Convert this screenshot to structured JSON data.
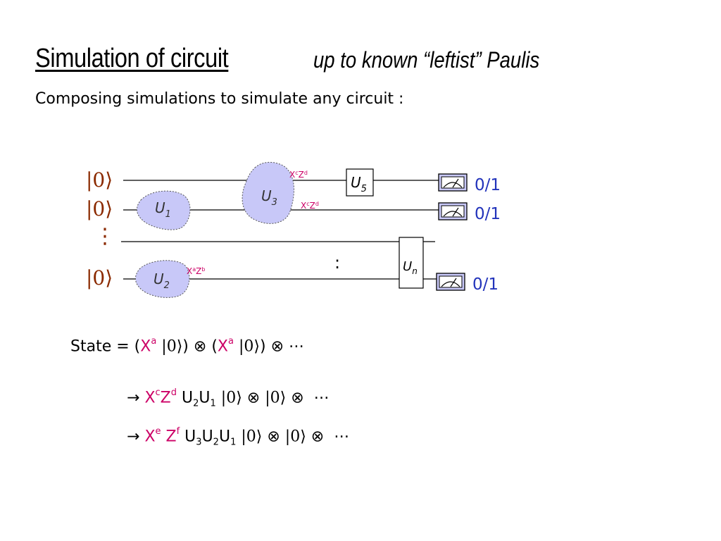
{
  "title": {
    "main": "Simulation of circuit",
    "sub": "up to known “leftist” Paulis"
  },
  "subtitle": "Composing simulations to simulate any circuit :",
  "colors": {
    "ket": "#8b2a00",
    "blob": "#c8c8f8",
    "pauli": "#cc0066",
    "outcome": "#2233bb"
  },
  "circuit": {
    "inputs": [
      "|0⟩",
      "|0⟩",
      "|0⟩"
    ],
    "dots": "⋮",
    "gates": {
      "u1": {
        "base": "U",
        "sub": "1"
      },
      "u2": {
        "base": "U",
        "sub": "2"
      },
      "u3": {
        "base": "U",
        "sub": "3"
      },
      "u5": {
        "base": "U",
        "sub": "5"
      },
      "un": {
        "base": "U",
        "sub": "n"
      }
    },
    "paulis": {
      "after_u2": {
        "x": "X",
        "xexp": "a",
        "z": "Z",
        "zexp": "b"
      },
      "after_u3_top": {
        "x": "X",
        "xexp": "c",
        "z": "Z",
        "zexp": "d"
      },
      "after_u3_bottom": {
        "x": "X",
        "xexp": "c",
        "z": "Z",
        "zexp": "d"
      }
    },
    "middle_colon": ":",
    "outcomes": [
      "0/1",
      "0/1",
      "0/1"
    ],
    "meter_icon": "measurement-meter-icon"
  },
  "equations": {
    "state_label": "State = (",
    "line1": {
      "x1": "X",
      "x1exp": "a",
      "ket1": "|0⟩",
      "close1": ")",
      "tensor1": "⊗",
      "open2": "(",
      "x2": "X",
      "x2exp": "a",
      "ket2": "|0⟩",
      "close2": ")",
      "tensor2": "⊗",
      "dots": "⋯"
    },
    "line2": {
      "arrow": "→",
      "x": "X",
      "xexp": "c",
      "z": "Z",
      "zexp": "d",
      "u_a": "U",
      "u_a_sub": "2",
      "u_b": "U",
      "u_b_sub": "1",
      "ket1": "|0⟩",
      "tensor1": "⊗",
      "ket2": "|0⟩",
      "tensor2": "⊗",
      "dots": "⋯"
    },
    "line3": {
      "arrow": "→",
      "x": "X",
      "xexp": "e",
      "z": "Z",
      "zexp": "f",
      "u_a": "U",
      "u_a_sub": "3",
      "u_b": "U",
      "u_b_sub": "2",
      "u_c": "U",
      "u_c_sub": "1",
      "ket1": "|0⟩",
      "tensor1": "⊗",
      "ket2": "|0⟩",
      "tensor2": "⊗",
      "dots": "⋯"
    }
  }
}
